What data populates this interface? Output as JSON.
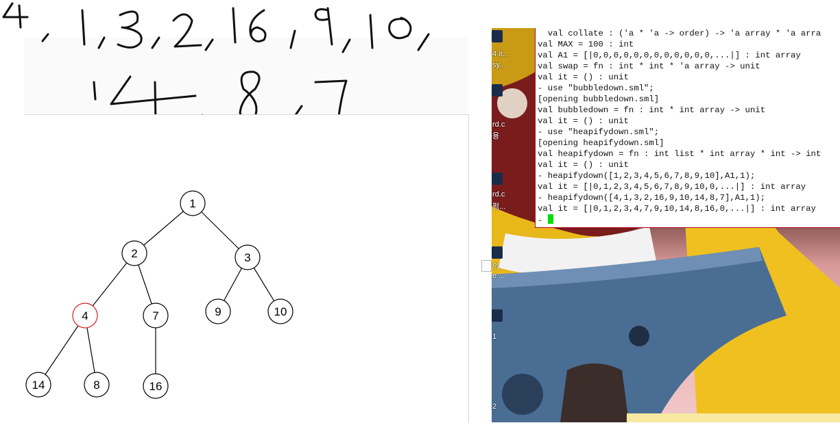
{
  "handwriting": {
    "line1": "4, 1, 3, 2, 16, 9, 10,",
    "line2": "14, 8, 7"
  },
  "tree": {
    "nodes": [
      {
        "id": "n1",
        "label": "1"
      },
      {
        "id": "n2",
        "label": "2"
      },
      {
        "id": "n3",
        "label": "3"
      },
      {
        "id": "n4",
        "label": "4",
        "highlight": true
      },
      {
        "id": "n7",
        "label": "7"
      },
      {
        "id": "n9",
        "label": "9"
      },
      {
        "id": "n10",
        "label": "10"
      },
      {
        "id": "n14",
        "label": "14"
      },
      {
        "id": "n8",
        "label": "8"
      },
      {
        "id": "n16",
        "label": "16"
      }
    ],
    "highlight_color": "#d22020"
  },
  "desktop": {
    "icon_labels": [
      {
        "text": "4 it..."
      },
      {
        "text": "sy..."
      },
      {
        "text": "rd.c"
      },
      {
        "text": "용"
      },
      {
        "text": "rd.c"
      },
      {
        "text": "펌..."
      },
      {
        "text": "익"
      },
      {
        "text": "e ..."
      },
      {
        "text": "1"
      },
      {
        "text": "2"
      }
    ]
  },
  "terminal": {
    "lines": [
      "  val collate : ('a * 'a -> order) -> 'a array * 'a arra",
      "val MAX = 100 : int",
      "val A1 = [|0,0,0,0,0,0,0,0,0,0,0,0,...|] : int array",
      "val swap = fn : int * int * 'a array -> unit",
      "val it = () : unit",
      "- use \"bubbledown.sml\";",
      "[opening bubbledown.sml]",
      "val bubbledown = fn : int * int array -> unit",
      "val it = () : unit",
      "- use \"heapifydown.sml\";",
      "[opening heapifydown.sml]",
      "val heapifydown = fn : int list * int array * int -> int",
      "val it = () : unit",
      "- heapifydown([1,2,3,4,5,6,7,8,9,10],A1,1);",
      "val it = [|0,1,2,3,4,5,6,7,8,9,10,0,...|] : int array",
      "- heapifydown([4,1,3,2,16,9,10,14,8,7],A1,1);",
      "val it = [|0,1,2,3,4,7,9,10,14,8,16,0,...|] : int array"
    ],
    "prompt": "- ",
    "cursor_color": "#00e000"
  }
}
